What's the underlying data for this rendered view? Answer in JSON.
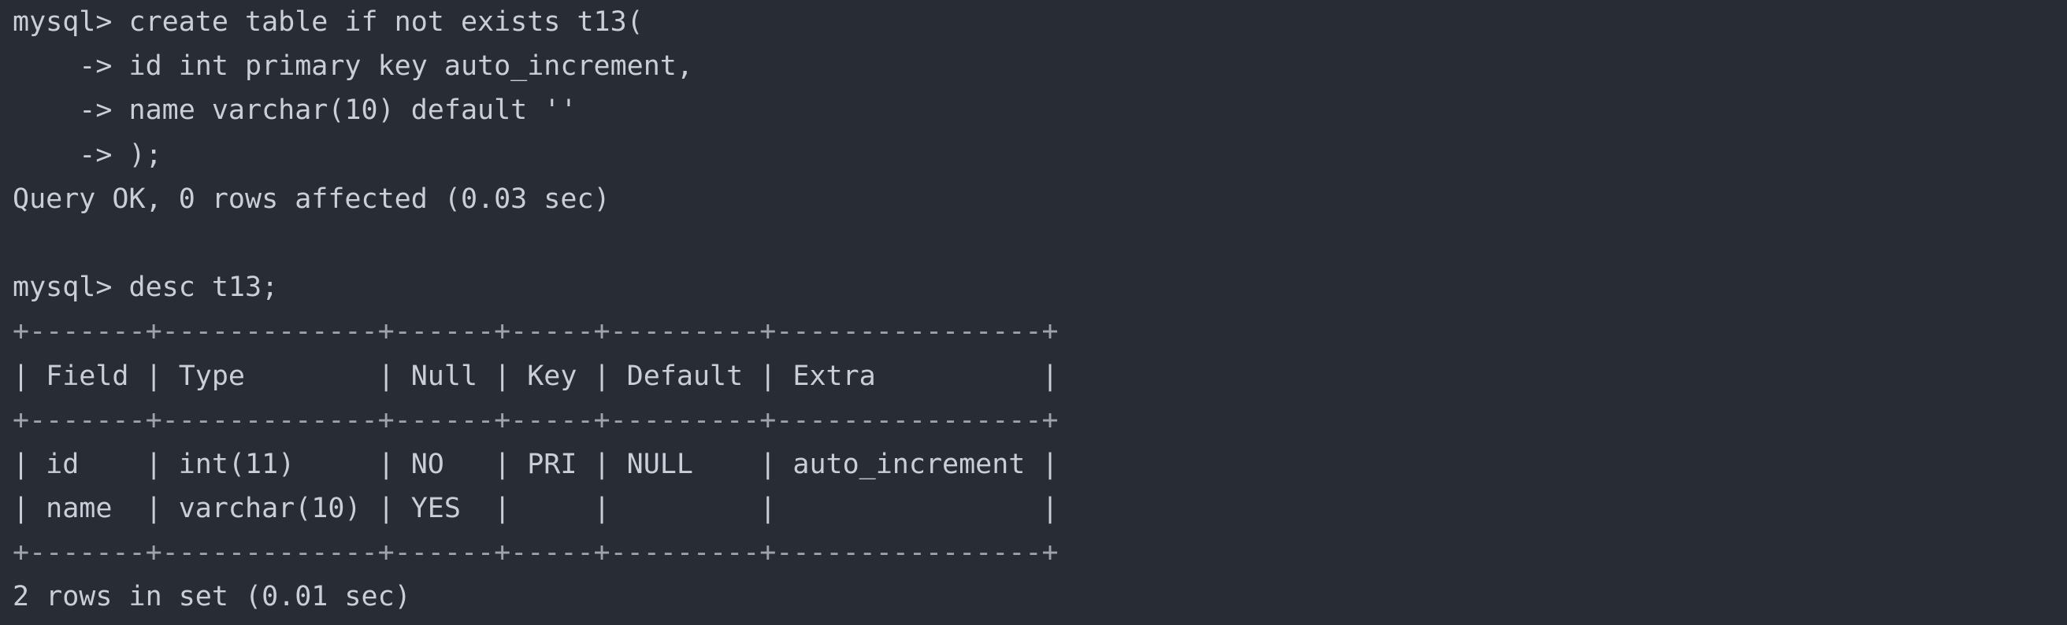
{
  "terminal": {
    "lines": [
      {
        "name": "create-table-command",
        "kind": "text",
        "text": "mysql> create table if not exists t13("
      },
      {
        "name": "create-table-continuation-1",
        "kind": "text",
        "text": "    -> id int primary key auto_increment,"
      },
      {
        "name": "create-table-continuation-2",
        "kind": "text",
        "text": "    -> name varchar(10) default ''"
      },
      {
        "name": "create-table-continuation-3",
        "kind": "text",
        "text": "    -> );"
      },
      {
        "name": "create-table-result",
        "kind": "text",
        "text": "Query OK, 0 rows affected (0.03 sec)"
      },
      {
        "name": "blank-line",
        "kind": "text",
        "text": ""
      },
      {
        "name": "desc-command",
        "kind": "text",
        "text": "mysql> desc t13;"
      },
      {
        "name": "table-border-top",
        "kind": "border",
        "text": "+-------+-------------+------+-----+---------+----------------+"
      },
      {
        "name": "table-header-row",
        "kind": "text",
        "text": "| Field | Type        | Null | Key | Default | Extra          |"
      },
      {
        "name": "table-border-header",
        "kind": "border",
        "text": "+-------+-------------+------+-----+---------+----------------+"
      },
      {
        "name": "table-row-id",
        "kind": "text",
        "text": "| id    | int(11)     | NO   | PRI | NULL    | auto_increment |"
      },
      {
        "name": "table-row-name",
        "kind": "text",
        "text": "| name  | varchar(10) | YES  |     |         |                |"
      },
      {
        "name": "table-border-bottom",
        "kind": "border",
        "text": "+-------+-------------+------+-----+---------+----------------+"
      },
      {
        "name": "desc-result",
        "kind": "text",
        "text": "2 rows in set (0.01 sec)"
      }
    ]
  }
}
